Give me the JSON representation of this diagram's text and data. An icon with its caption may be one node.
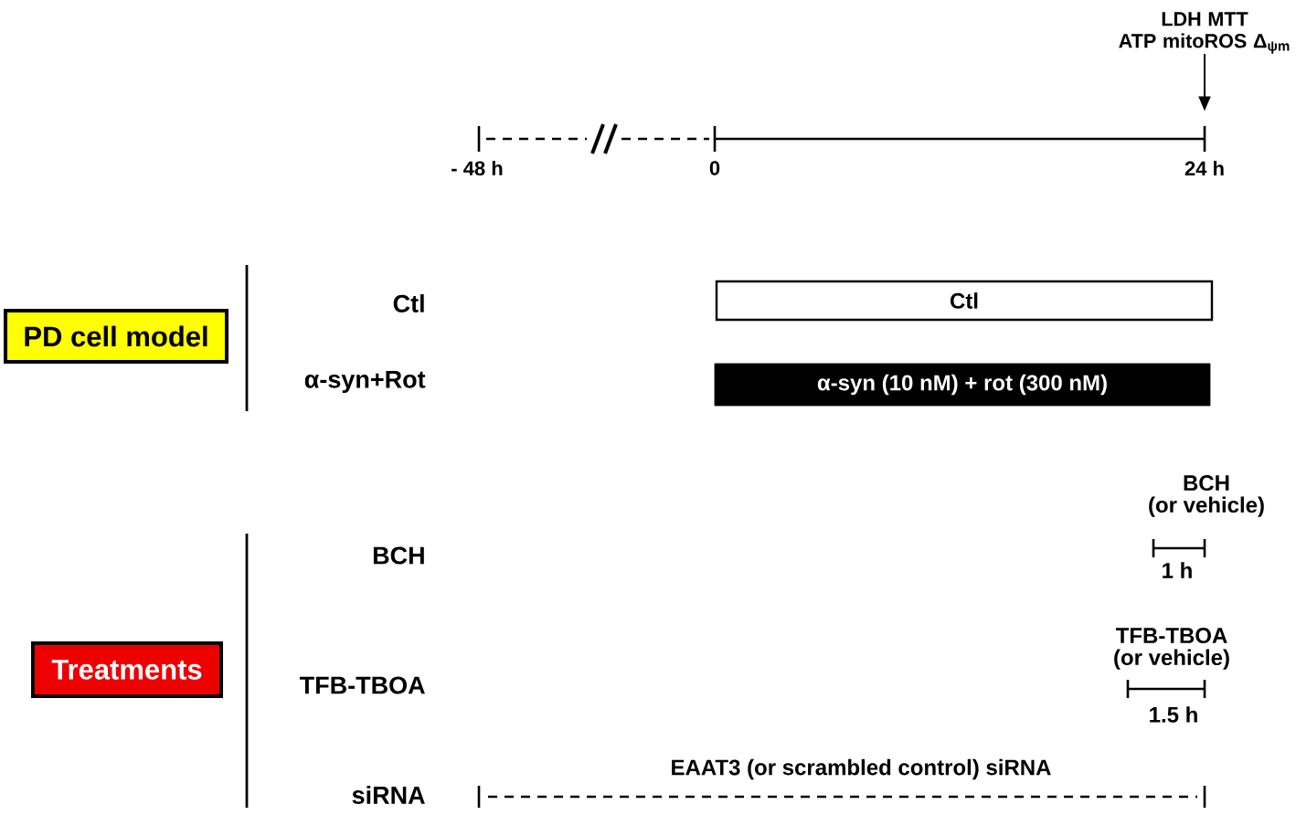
{
  "diagram": {
    "nodes": [
      {
        "text": [
          "LDH MTT ATP mitoROS Δ$_{ψm}$"
        ]
      },
      {
        "text": [],
        "shape": "tick"
      },
      {
        "text": [
          "PD cell model"
        ]
      },
      {
        "text": [
          "Ctl"
        ]
      },
      {
        "text": [
          "α-syn (10 nM) + rot (300 nM)"
        ]
      },
      {
        "text": [
          "Treatments"
        ]
      }
    ],
    "edges": [
      {
        "from": 0,
        "to": 1,
        "arrow": "to"
      }
    ],
    "labels": [
      "- 48 h",
      "0",
      "24 h",
      "Ctl",
      "α-syn+Rot",
      "BCH (or vehicle)",
      "BCH",
      "1 h",
      "TFB-TBOA (or vehicle)",
      "TFB-TBOA",
      "1.5 h",
      "EAAT3 (or scrambled control) siRNA",
      "siRNA"
    ]
  }
}
